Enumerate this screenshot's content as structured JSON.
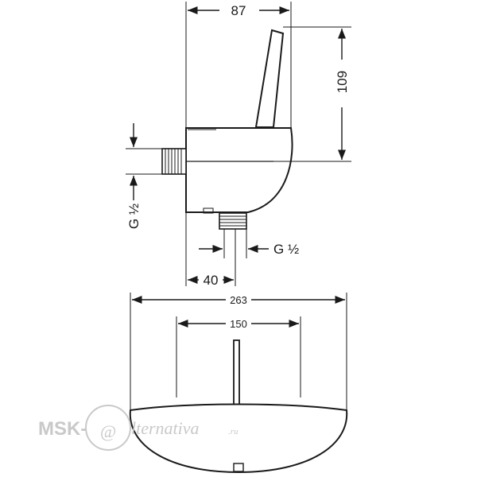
{
  "drawing": {
    "side_view": {
      "width_label": "87",
      "height_label": "109",
      "inlet_thread_label": "G ½",
      "outlet_thread_label": "G ½",
      "outlet_offset_label": "40"
    },
    "bottom_view": {
      "overall_width_label": "263",
      "inner_width_label": "150"
    }
  },
  "watermark": {
    "prefix": "MSK-",
    "at_symbol": "@",
    "suffix": "lternativa",
    "tld": ".ru"
  },
  "colors": {
    "line": "#1a1a1a",
    "watermark": "#c9c9c9"
  }
}
